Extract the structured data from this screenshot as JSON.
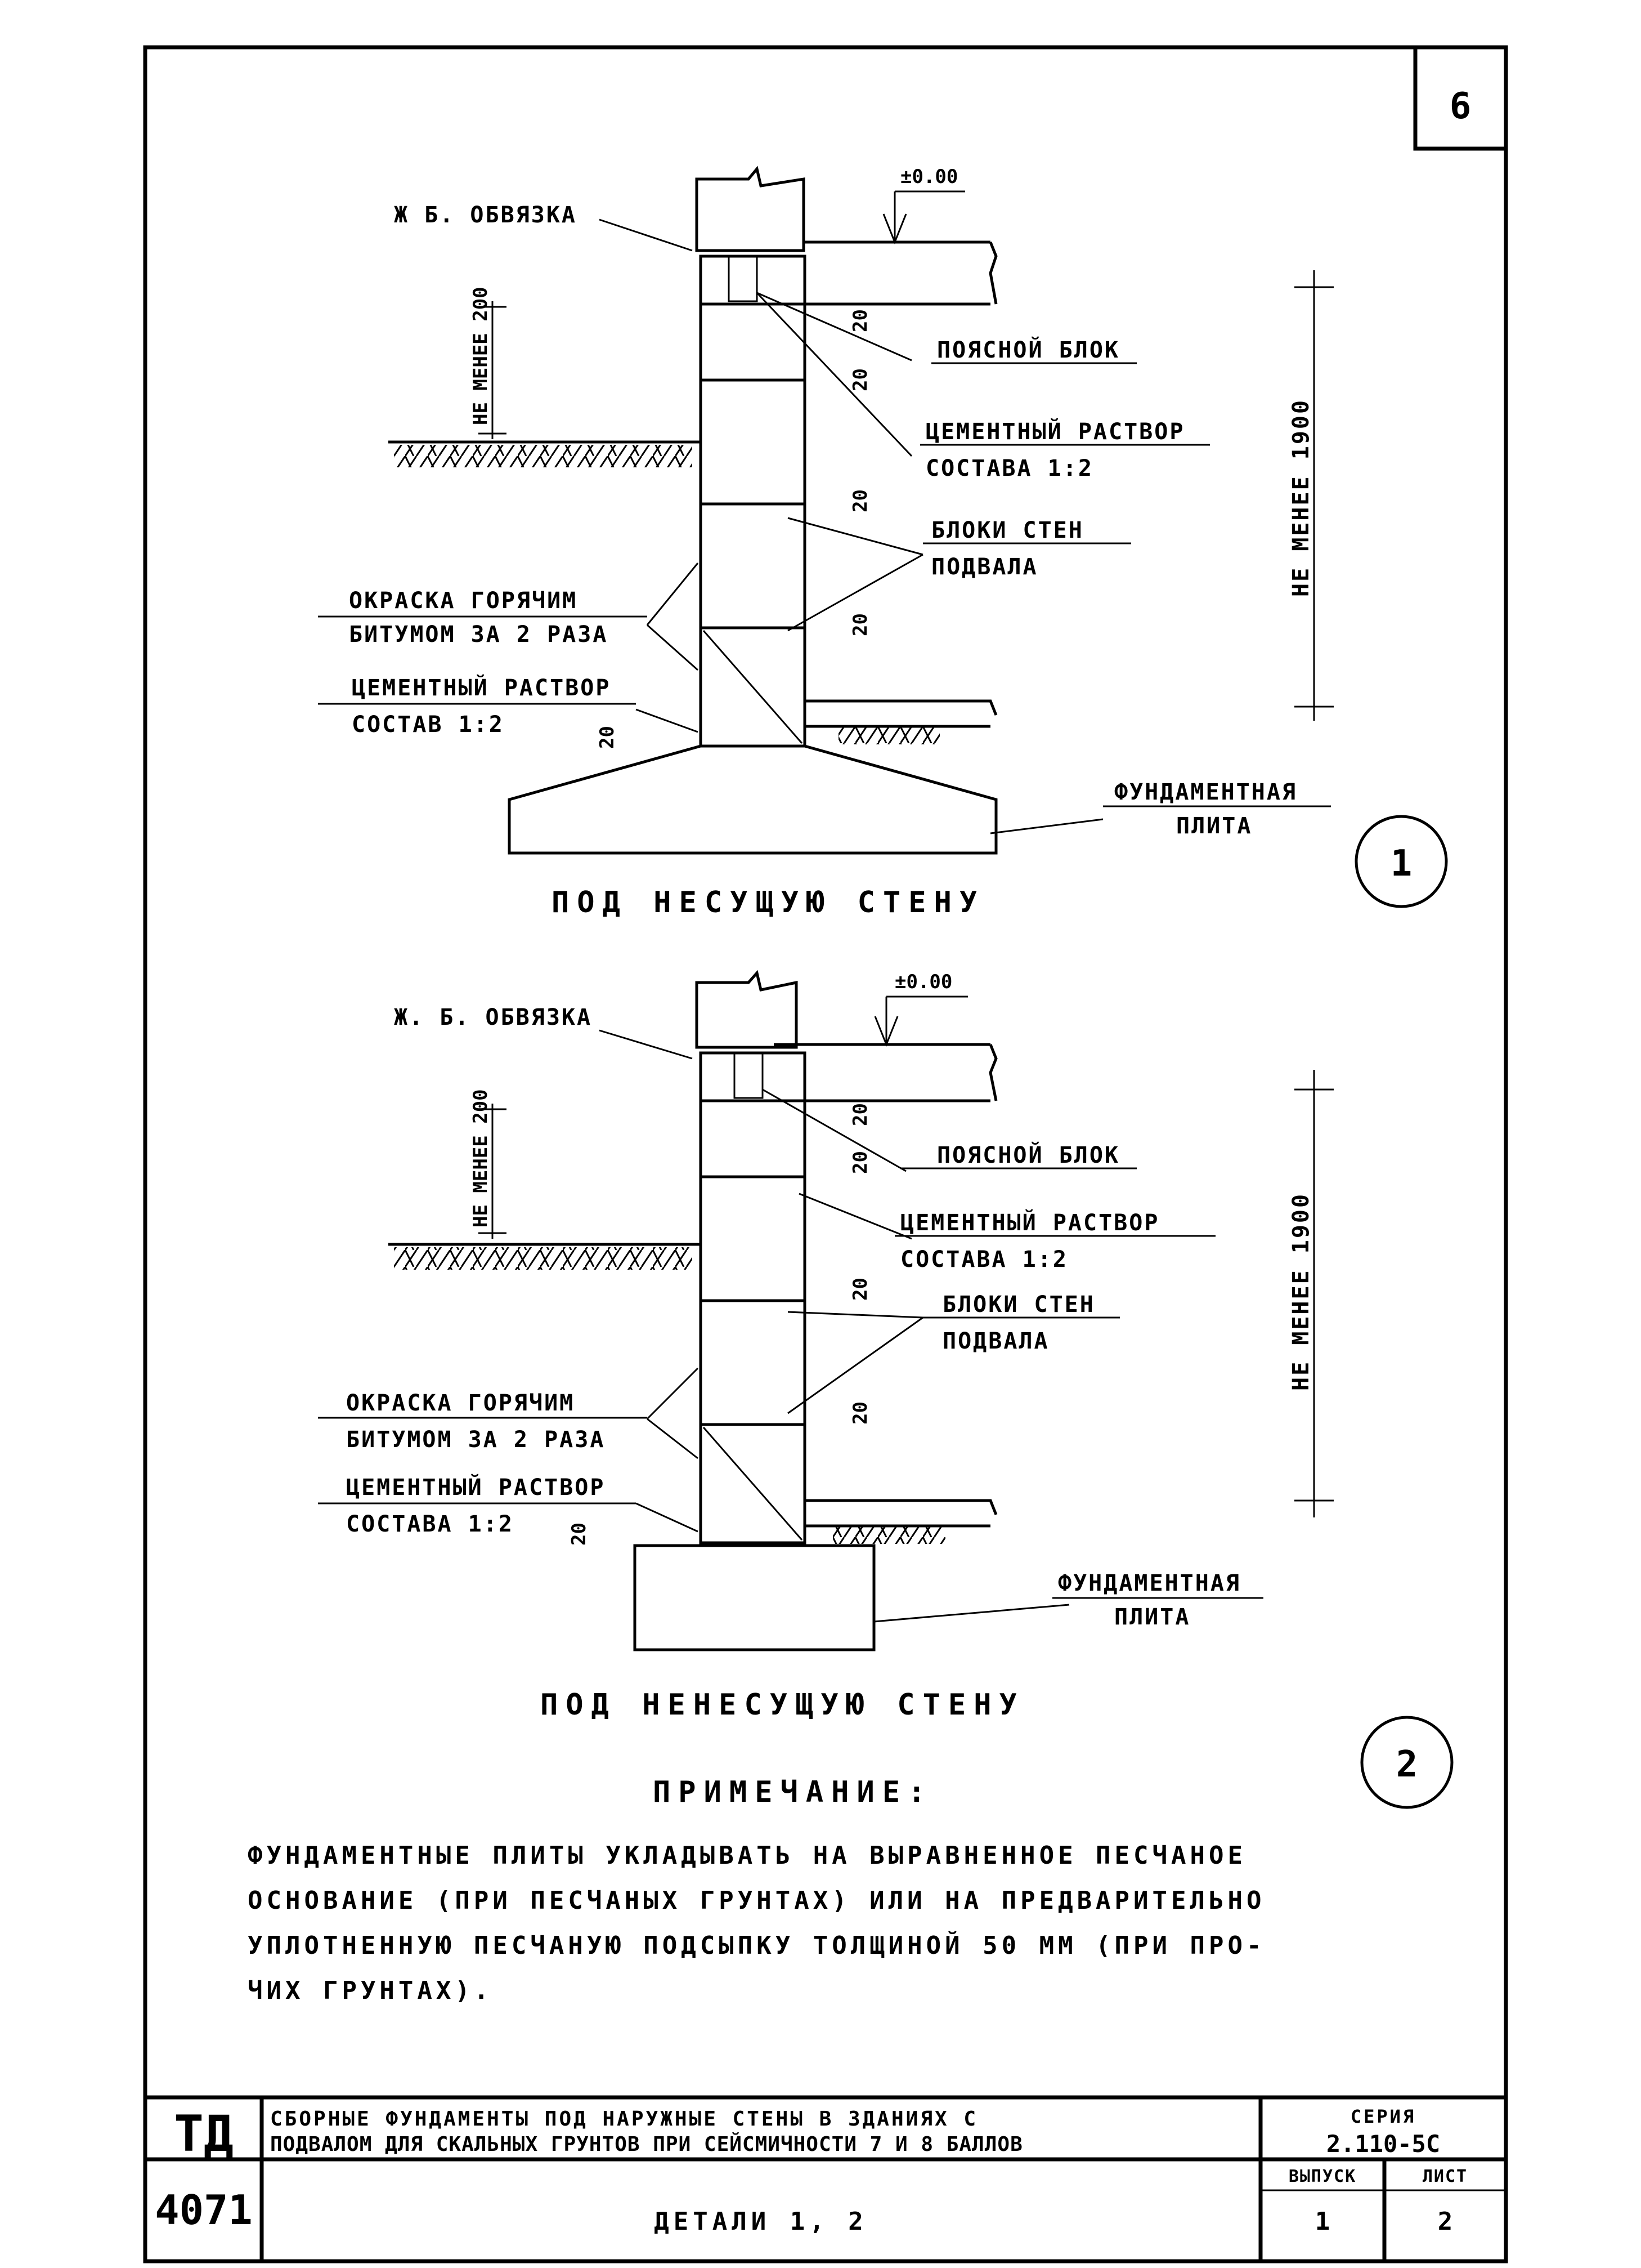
{
  "sheet": {
    "page_number": "6"
  },
  "detail1": {
    "level": "±0.00",
    "bond_beam": "Ж Б. ОБВЯЗКА",
    "belt_block": "ПОЯСНОЙ БЛОК",
    "mortar1_line1": "ЦЕМЕНТНЫЙ РАСТВОР",
    "mortar1_line2": "СОСТАВА 1:2",
    "wall_blocks_line1": "БЛОКИ СТЕН",
    "wall_blocks_line2": "ПОДВАЛА",
    "paint_line1": "ОКРАСКА ГОРЯЧИМ",
    "paint_line2": "БИТУМОМ ЗА 2 РАЗА",
    "mortar2_line1": "ЦЕМЕНТНЫЙ РАСТВОР",
    "mortar2_line2": "СОСТАВ 1:2",
    "slab_line1": "ФУНДАМЕНТНАЯ",
    "slab_line2": "ПЛИТА",
    "min_height": "НЕ МЕНЕЕ 1900",
    "min_depth": "НЕ МЕНЕЕ 200",
    "dim_20": "20",
    "caption": "ПОД НЕСУЩУЮ СТЕНУ",
    "marker": "1"
  },
  "detail2": {
    "level": "±0.00",
    "bond_beam": "Ж. Б. ОБВЯЗКА",
    "belt_block": "ПОЯСНОЙ БЛОК",
    "mortar1_line1": "ЦЕМЕНТНЫЙ РАСТВОР",
    "mortar1_line2": "СОСТАВА 1:2",
    "wall_blocks_line1": "БЛОКИ СТЕН",
    "wall_blocks_line2": "ПОДВАЛА",
    "paint_line1": "ОКРАСКА ГОРЯЧИМ",
    "paint_line2": "БИТУМОМ ЗА 2 РАЗА",
    "mortar2_line1": "ЦЕМЕНТНЫЙ РАСТВОР",
    "mortar2_line2": "СОСТАВА 1:2",
    "slab_line1": "ФУНДАМЕНТНАЯ",
    "slab_line2": "ПЛИТА",
    "min_height": "НЕ МЕНЕЕ 1900",
    "min_depth": "НЕ МЕНЕЕ 200",
    "dim_20": "20",
    "caption": "ПОД НЕНЕСУЩУЮ СТЕНУ",
    "marker": "2"
  },
  "note": {
    "heading": "ПРИМЕЧАНИЕ:",
    "line1": "ФУНДАМЕНТНЫЕ ПЛИТЫ УКЛАДЫВАТЬ НА ВЫРАВНЕННОЕ ПЕСЧАНОЕ",
    "line2": "ОСНОВАНИЕ (ПРИ ПЕСЧАНЫХ ГРУНТАХ) ИЛИ НА ПРЕДВАРИТЕЛЬНО",
    "line3": "УПЛОТНЕННУЮ ПЕСЧАНУЮ ПОДСЫПКУ ТОЛЩИНОЙ 50 ММ (ПРИ ПРО-",
    "line4": "ЧИХ ГРУНТАХ)."
  },
  "title_block": {
    "org_code": "ТД",
    "archive_number": "4071",
    "title_line1": "СБОРНЫЕ ФУНДАМЕНТЫ ПОД НАРУЖНЫЕ СТЕНЫ В ЗДАНИЯХ С",
    "title_line2": "ПОДВАЛОМ ДЛЯ СКАЛЬНЫХ ГРУНТОВ ПРИ СЕЙСМИЧНОСТИ 7 И 8 БАЛЛОВ",
    "sheet_title": "ДЕТАЛИ 1, 2",
    "series_label": "СЕРИЯ",
    "series_value": "2.110-5С",
    "issue_label": "ВЫПУСК",
    "issue_value": "1",
    "sheet_label": "ЛИСТ",
    "sheet_value": "2"
  }
}
